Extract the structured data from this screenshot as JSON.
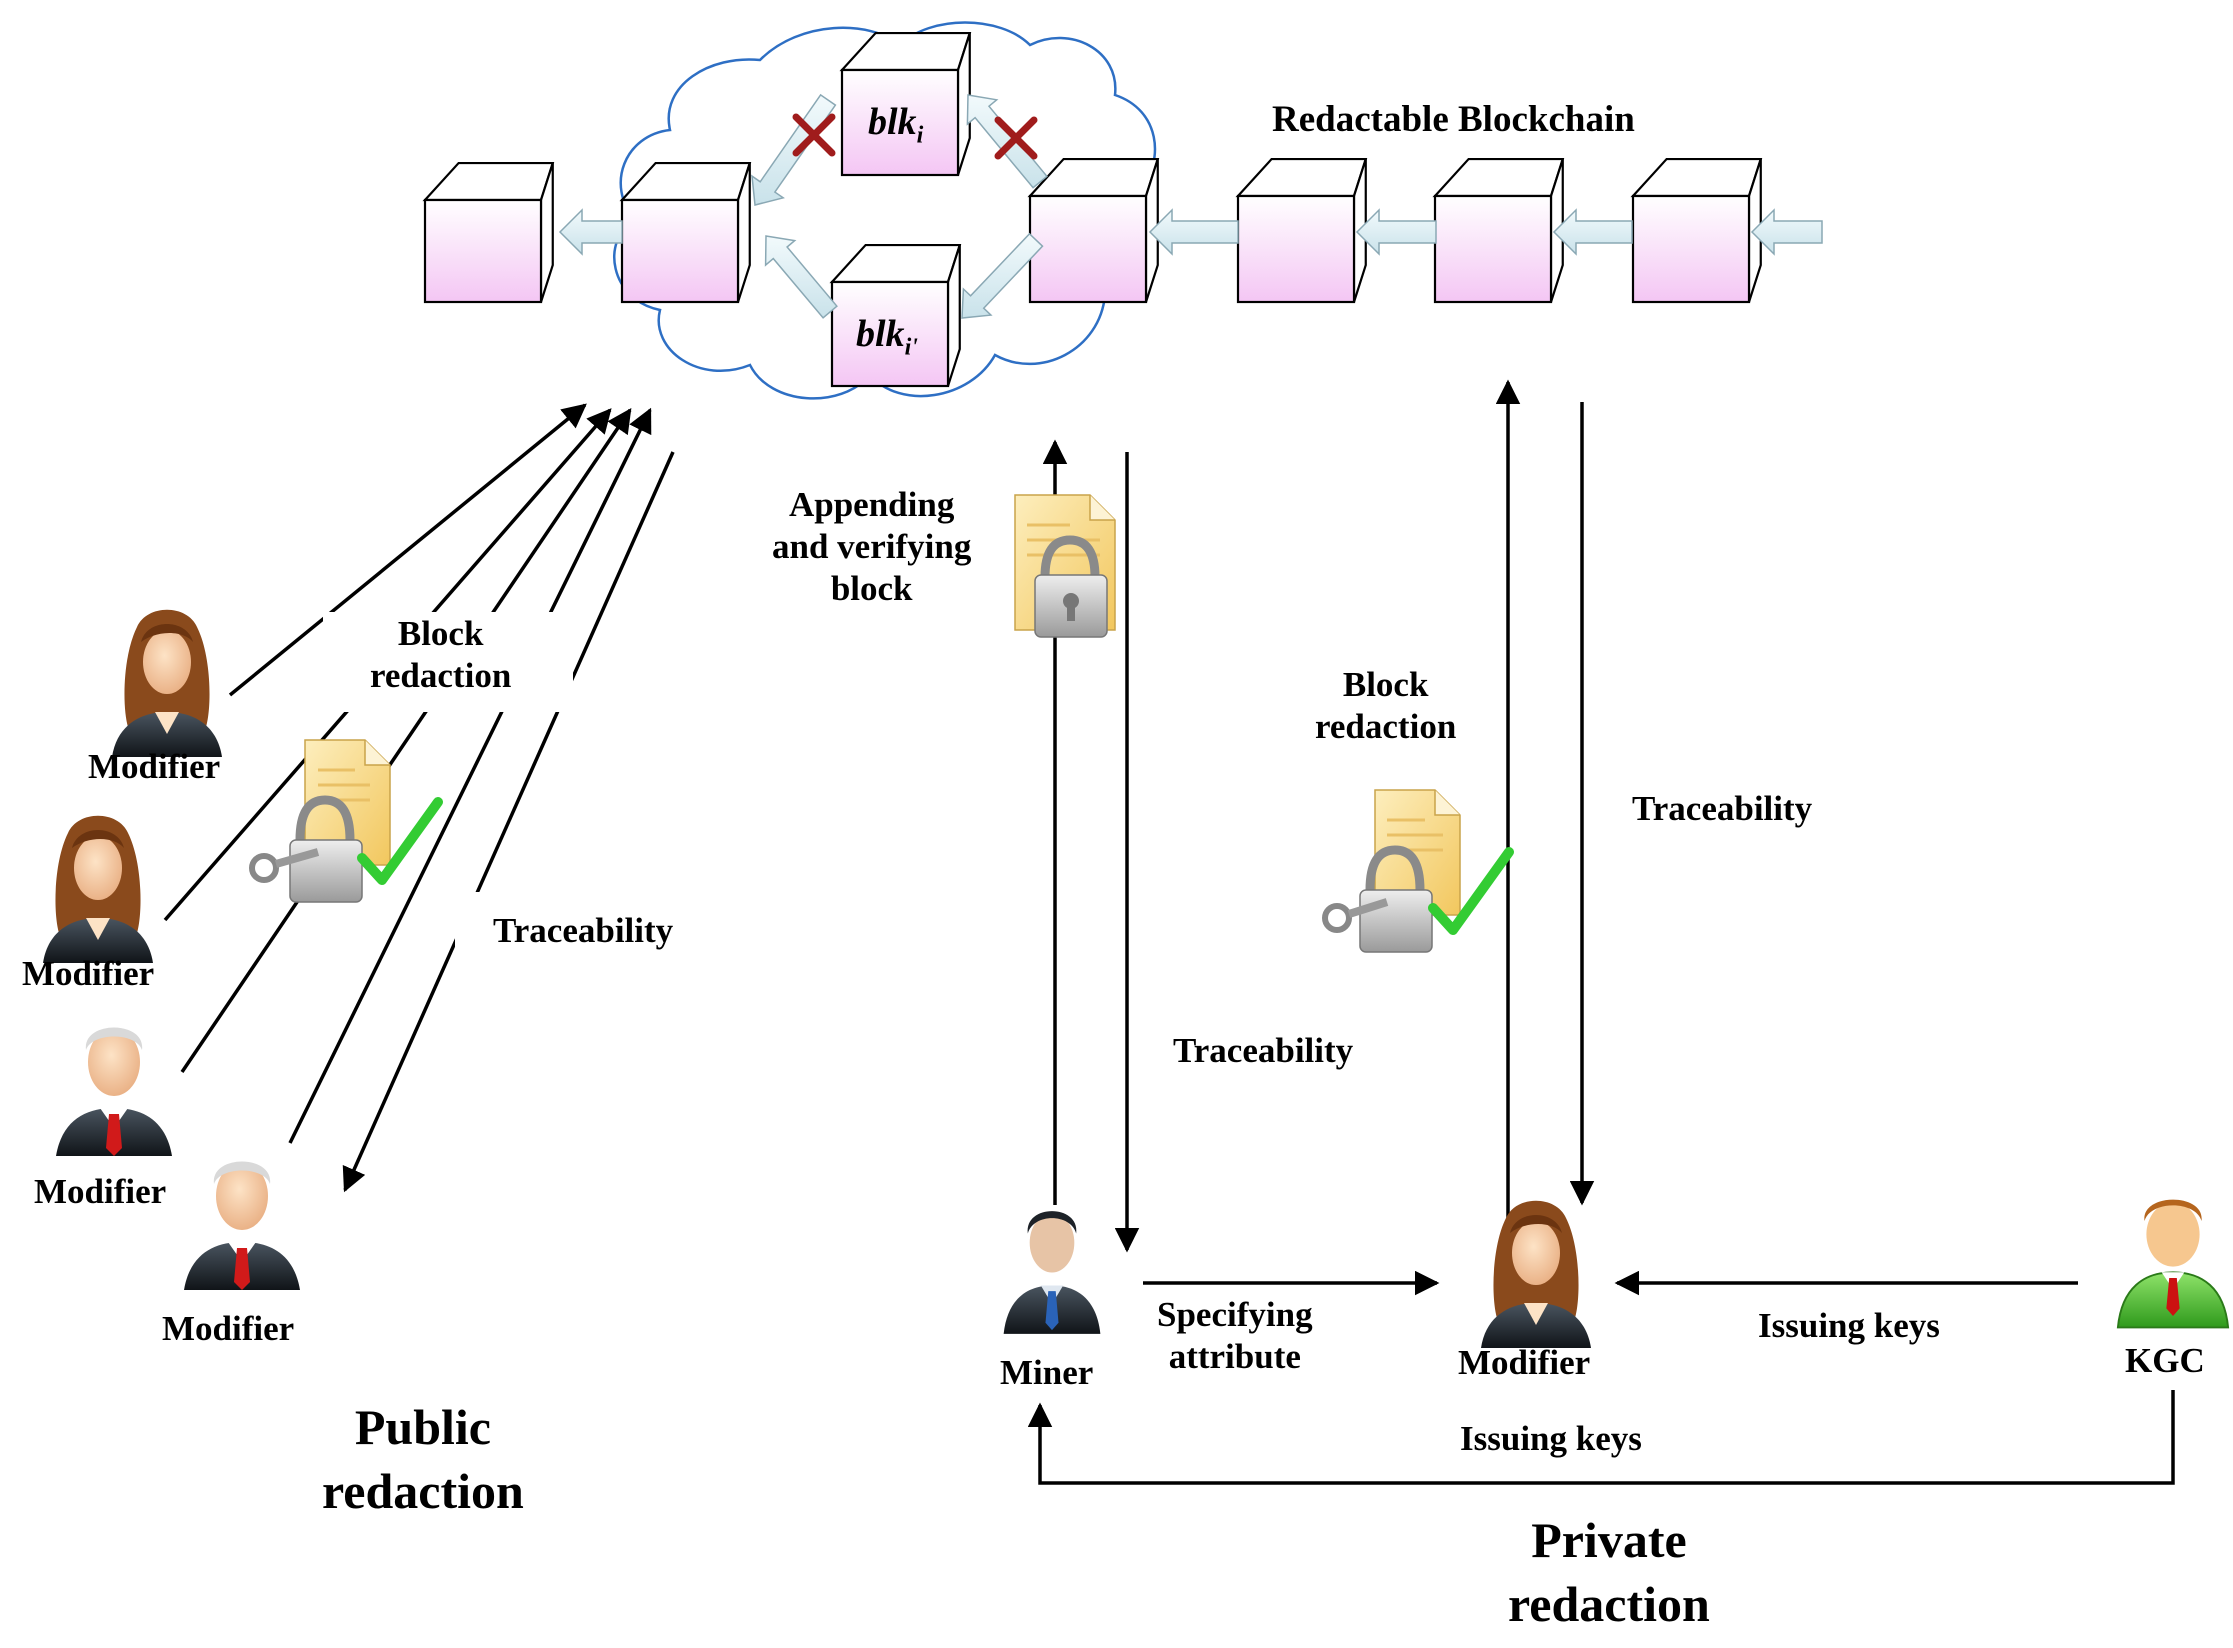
{
  "diagram": {
    "chain_title": "Redactable Blockchain",
    "block_labels": {
      "original": "blk",
      "original_sub": "i",
      "modified": "blk",
      "modified_sub": "i'"
    },
    "public_side": {
      "modifiers": [
        "Modifier",
        "Modifier",
        "Modifier",
        "Modifier"
      ],
      "block_redaction": "Block\nredaction",
      "traceability": "Traceability",
      "heading": "Public\nredaction"
    },
    "private_side": {
      "appending": "Appending\nand verifying\nblock",
      "block_redaction": "Block\nredaction",
      "traceability_right": "Traceability",
      "traceability_miner": "Traceability",
      "miner": "Miner",
      "modifier": "Modifier",
      "kgc": "KGC",
      "specifying": "Specifying\nattribute",
      "issuing_keys_top": "Issuing keys",
      "issuing_keys_bottom": "Issuing keys",
      "heading": "Private\nredaction"
    },
    "colors": {
      "block_face_top": "#ffffff",
      "block_face_bottom": "#f4c6f4",
      "cloud_stroke": "#2e6fc4",
      "cross": "#a01c1c",
      "check": "#33cc33",
      "chain_arrow": "#d8ecf2",
      "document": "#f7d98a",
      "lock": "#b8b8b8"
    },
    "icons": [
      "user-female-icon",
      "user-male-elder-icon",
      "miner-icon",
      "kgc-icon",
      "document-lock-icon",
      "check-icon",
      "cross-icon",
      "cloud-icon"
    ]
  }
}
